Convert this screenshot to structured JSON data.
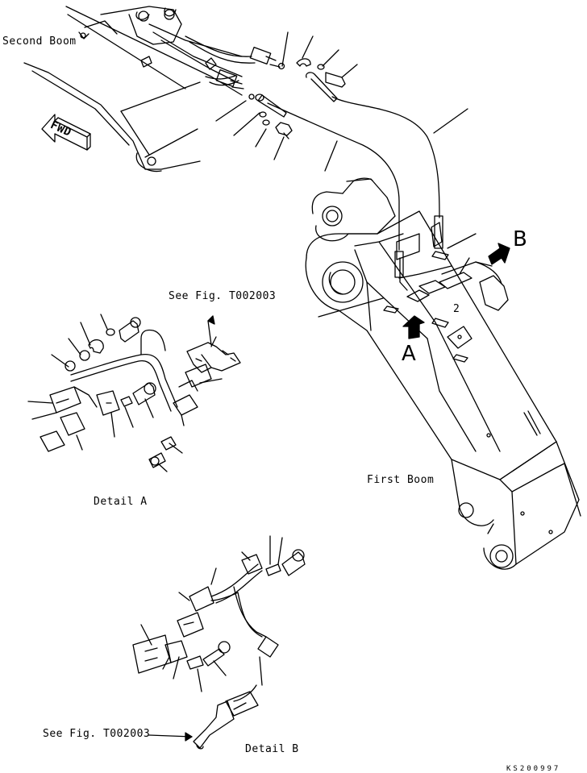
{
  "labels": {
    "second_boom": "Second Boom",
    "fwd": "FWD",
    "see_fig_a": "See Fig. T002003",
    "detail_a": "Detail A",
    "first_boom": "First Boom",
    "see_fig_b": "See Fig. T002003",
    "detail_b": "Detail B",
    "view_a": "A",
    "view_b": "B",
    "callout_2": "2",
    "drawing_code": "KS200997"
  }
}
